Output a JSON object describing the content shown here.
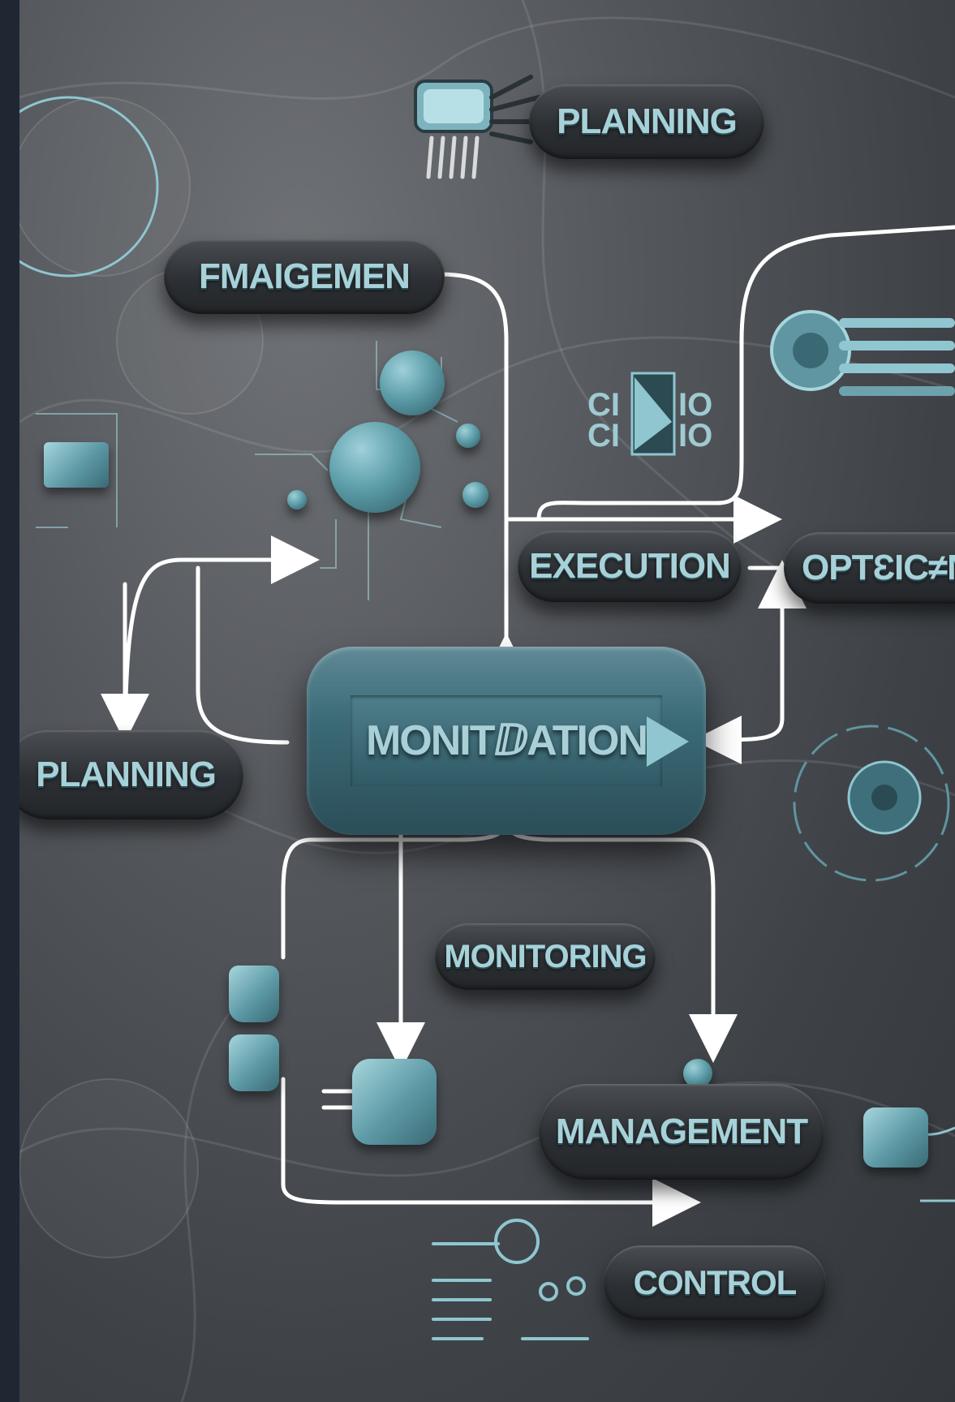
{
  "diagram": {
    "nodes": {
      "planning_top": "PLANNING",
      "fmaigemen": "FMAIGEMEN",
      "execution": "EXECUTION",
      "optsicnc": "OPTƐIC≠NC",
      "monitlation": "MONITⅅATION",
      "planning_left": "PLANNING",
      "monitoring": "MONITORING",
      "management": "MANAGEMENT",
      "control": "CONTROL"
    },
    "colors": {
      "accent": "#a7d1d8",
      "background": "#4b4e53",
      "frame": "#1f2733",
      "connector": "#ffffff"
    },
    "icons": [
      "monitor-icon",
      "network-nodes-icon",
      "gear-icon",
      "document-icon",
      "settings-lines-icon",
      "sliders-icon",
      "server-icon"
    ]
  }
}
